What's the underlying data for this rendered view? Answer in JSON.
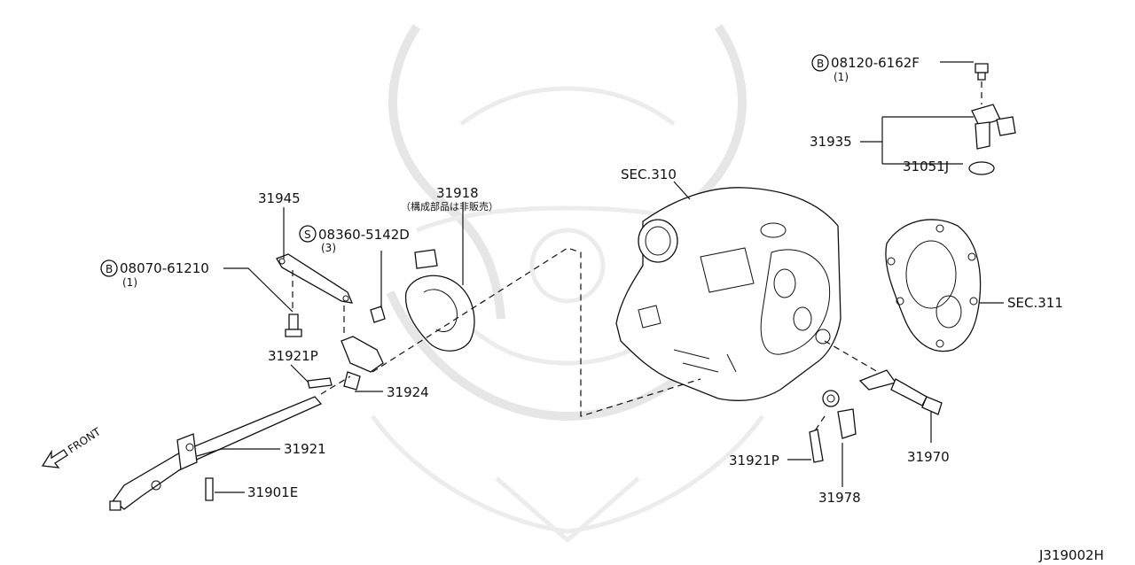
{
  "diagram_code": "J319002H",
  "front_label": "FRONT",
  "callouts": {
    "bolt_08120": {
      "prefix": "B",
      "part": "08120-6162F",
      "qty": "(1)"
    },
    "p31935": {
      "part": "31935"
    },
    "p31051j": {
      "part": "31051J"
    },
    "sec310": {
      "part": "SEC.310"
    },
    "sec311": {
      "part": "SEC.311"
    },
    "p31945": {
      "part": "31945"
    },
    "p31918": {
      "part": "31918",
      "note": "（構成部品は非販売）"
    },
    "screw_08360": {
      "prefix": "S",
      "part": "08360-5142D",
      "qty": "(3)"
    },
    "bolt_08070": {
      "prefix": "B",
      "part": "08070-61210",
      "qty": "(1)"
    },
    "p31921p_left": {
      "part": "31921P"
    },
    "p31924": {
      "part": "31924"
    },
    "p31921": {
      "part": "31921"
    },
    "p31901e": {
      "part": "31901E"
    },
    "p31921p_right": {
      "part": "31921P"
    },
    "p31978": {
      "part": "31978"
    },
    "p31970": {
      "part": "31970"
    }
  }
}
